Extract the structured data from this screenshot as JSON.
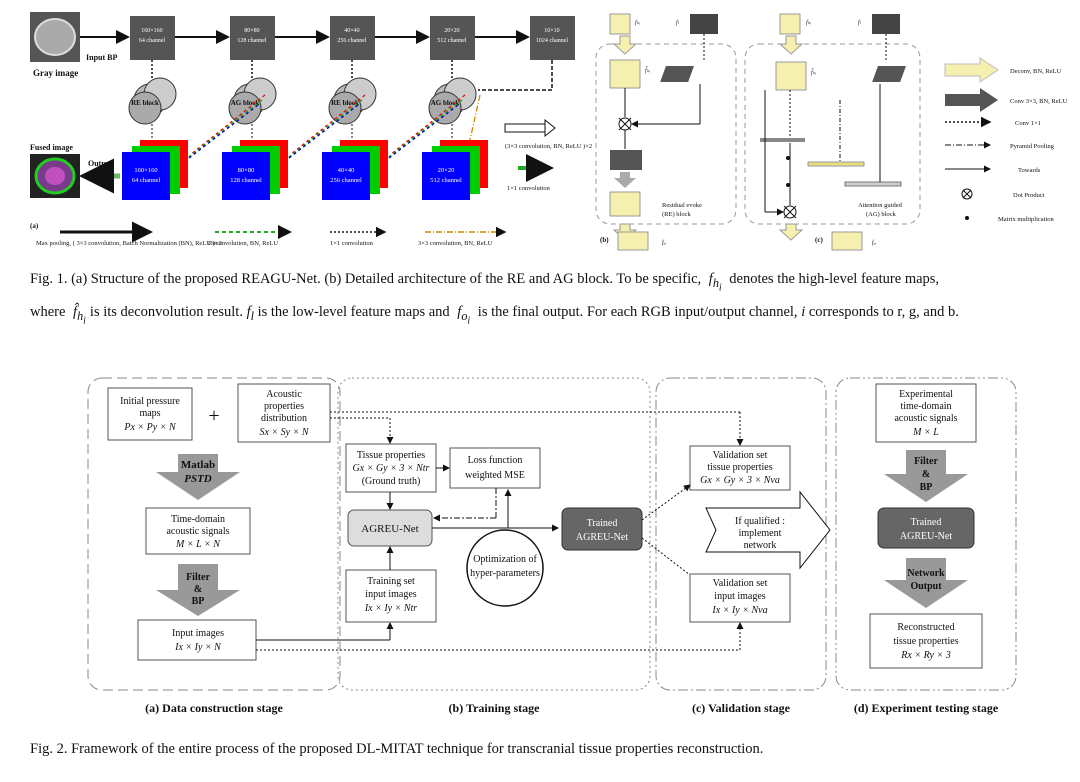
{
  "fig1": {
    "a": {
      "gray_image": "Gray image",
      "input_bp": "Input BP",
      "fused_image": "Fused image",
      "output": "Output",
      "panel": "(a)",
      "top_blocks": [
        {
          "size": "160×160",
          "ch": "64 channel"
        },
        {
          "size": "80×80",
          "ch": "128 channel"
        },
        {
          "size": "40×40",
          "ch": "256 channel"
        },
        {
          "size": "20×20",
          "ch": "512 channel"
        },
        {
          "size": "10×10",
          "ch": "1024 channel"
        }
      ],
      "bottom_blocks": [
        {
          "size": "160×160",
          "ch": "64 channel"
        },
        {
          "size": "80×80",
          "ch": "128 channel"
        },
        {
          "size": "40×40",
          "ch": "256 channel"
        },
        {
          "size": "20×20",
          "ch": "512 channel"
        }
      ],
      "blocks": [
        "RE block",
        "AG block",
        "RE block",
        "AG block"
      ],
      "right_legend": [
        "(3×3 convolution, BN, ReLU )×2",
        "1×1 convolution"
      ],
      "bottom_legend": [
        "Max pooling, ( 3×3 convolution, Batch Normalization (BN), ReLU )×2",
        "Deconvolution, BN, ReLU",
        "1×1 convolution",
        "3×3 convolution, BN, ReLU"
      ]
    },
    "b": {
      "panel": "(b)",
      "title": "Residual evoke (RE) block"
    },
    "c": {
      "panel": "(c)",
      "title": "Attention guided (AG) block"
    },
    "legend": [
      "Deconv, BN, ReLU",
      "Conv 3×3, BN, ReLU",
      "Conv 1×1",
      "Pyramid Pooling",
      "Towards",
      "Dot Product",
      "Matrix multiplication"
    ],
    "caption": {
      "line1_a": "Fig. 1. (a) Structure of the proposed REAGU-Net. (b) Detailed architecture of the RE and AG block. To be specific,",
      "line1_b": "denotes the high-level feature maps,",
      "line2_a": "where",
      "line2_b": "is its deconvolution result.",
      "line2_c": "is the low-level feature maps and",
      "line2_d": "is the final output. For each RGB input/output channel,",
      "line2_e": "corresponds to r, g, and b."
    }
  },
  "fig2": {
    "initial_pressure": [
      "Initial pressure",
      "maps",
      "Px × Py × N"
    ],
    "plus": "+",
    "acoustic": [
      "Acoustic",
      "properties",
      "distribution",
      "Sx × Sy × N"
    ],
    "matlab": [
      "Matlab",
      "PSTD"
    ],
    "time_domain": [
      "Time-domain",
      "acoustic signals",
      "M × L × N"
    ],
    "filter_bp": [
      "Filter",
      "&",
      "BP"
    ],
    "input_images": [
      "Input images",
      "Ix × Iy × N"
    ],
    "tissue": [
      "Tissue properties",
      "Gx × Gy × 3 × Ntr",
      "(Ground truth)"
    ],
    "loss": [
      "Loss function",
      "weighted MSE"
    ],
    "agreu": "AGREU-Net",
    "optim": [
      "Optimization of",
      "hyper-parameters"
    ],
    "training_set": [
      "Training set",
      "input images",
      "Ix × Iy × Ntr"
    ],
    "trained": [
      "Trained",
      "AGREU-Net"
    ],
    "val_tissue": [
      "Validation set",
      "tissue properties",
      "Gx × Gy × 3 × Nva"
    ],
    "qualified": [
      "If qualified :",
      "implement",
      "network"
    ],
    "val_input": [
      "Validation set",
      "input images",
      "Ix × Iy × Nva"
    ],
    "experimental": [
      "Experimental",
      "time-domain",
      "acoustic signals",
      "M × L"
    ],
    "filter_bp2": [
      "Filter",
      "&",
      "BP"
    ],
    "trained2": [
      "Trained",
      "AGREU-Net"
    ],
    "network_output": [
      "Network",
      "Output"
    ],
    "reconstructed": [
      "Reconstructed",
      "tissue properties",
      "Rx × Ry × 3"
    ],
    "stages": [
      "(a) Data construction stage",
      "(b) Training stage",
      "(c) Validation stage",
      "(d) Experiment testing stage"
    ],
    "caption": "Fig. 2. Framework of the entire process of the proposed DL-MITAT technique for transcranial tissue properties reconstruction."
  }
}
